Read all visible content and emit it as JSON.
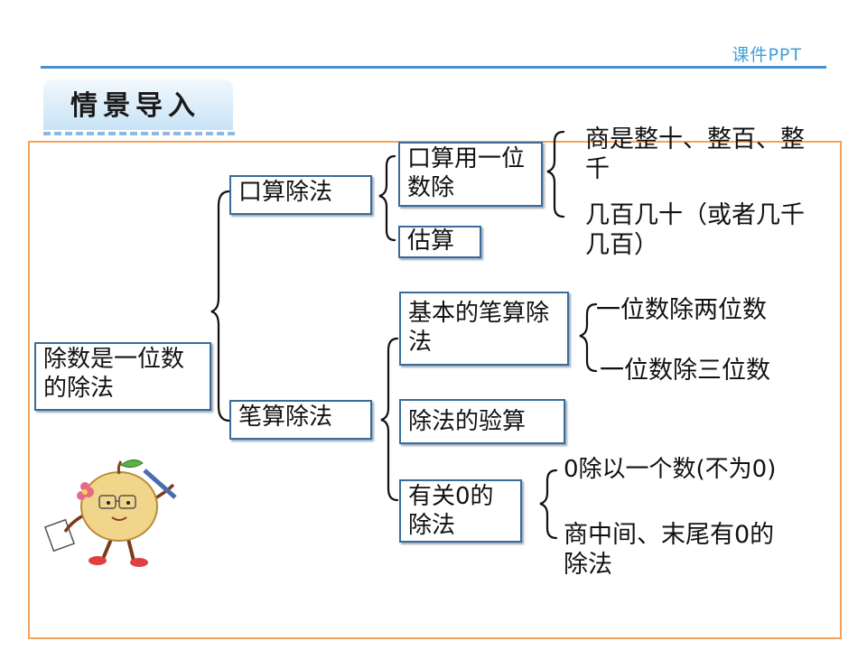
{
  "header": {
    "brand": "课件PPT",
    "title": "情景导入"
  },
  "nodes": {
    "root": "除数是一位数的除法",
    "oral": "口算除法",
    "written": "笔算除法",
    "oral_whole": "口算用一位数除",
    "estimate": "估算",
    "basic_written": "基本的笔算除法",
    "check": "除法的验算",
    "zero": "有关0的除法"
  },
  "leaves": {
    "whole_tens": "商是整十、整百、整千",
    "tens_hundreds": "几百几十（或者几千几百）",
    "two_digit": "一位数除两位数",
    "three_digit": "一位数除三位数",
    "zero_divided": "0除以一个数(不为0)",
    "zero_in_quotient": "商中间、末尾有0的除法"
  },
  "colors": {
    "accent": "#4a8ed0",
    "frame": "#f2a25a",
    "box_border": "#3a6b9a"
  },
  "illustration": {
    "icon": "pear-character-with-pen-icon"
  }
}
